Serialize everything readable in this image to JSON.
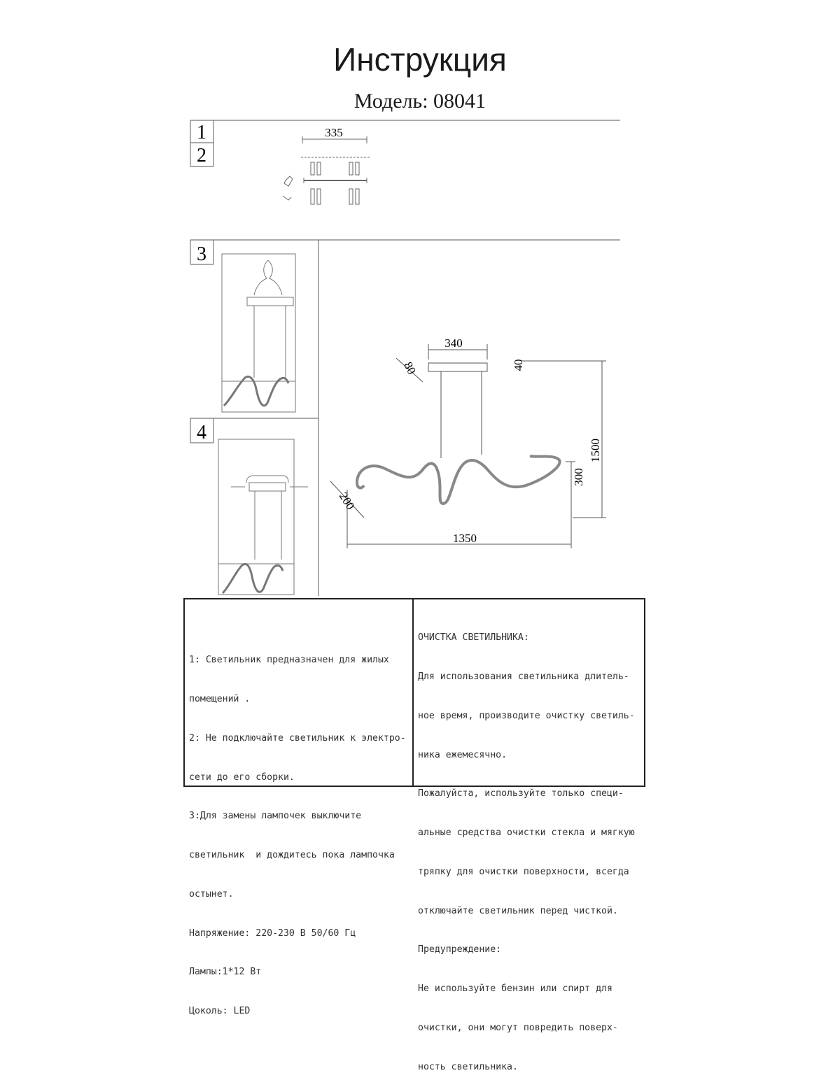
{
  "title": "Инструкция",
  "model": "Модель: 08041",
  "steps": [
    "1",
    "2",
    "3",
    "4"
  ],
  "dimensions": {
    "mount_top": "335",
    "canopy_width": "340",
    "canopy_diameter": "80",
    "canopy_height": "40",
    "total_height": "1500",
    "body_height": "300",
    "tube_diameter": "200",
    "total_length": "1350"
  },
  "info_left": [
    "1: Светильник предназначен для жилых",
    "помещений .",
    "2: Не подключайте светильник к электро-",
    "сети до его сборки.",
    "3:Для замены лампочек выключите",
    "светильник  и дождитесь пока лампочка",
    "остынет.",
    "Напряжение: 220-230 В 50/60 Гц",
    "Лампы:1*12 Вт",
    "Цоколь: LED"
  ],
  "info_right": [
    "ОЧИСТКА СВЕТИЛЬНИКА:",
    "Для использования светильника длитель-",
    "ное время, производите очистку светиль-",
    "ника ежемесячно.",
    "Пожалуйста, используйте только специ-",
    "альные средства очистки стекла и мягкую",
    "тряпку для очистки поверхности, всегда",
    "отключайте светильник перед чисткой.",
    "Предупреждение:",
    "Не используйте бензин или спирт для",
    "очистки, они могут повредить поверх-",
    "ность светильника."
  ]
}
